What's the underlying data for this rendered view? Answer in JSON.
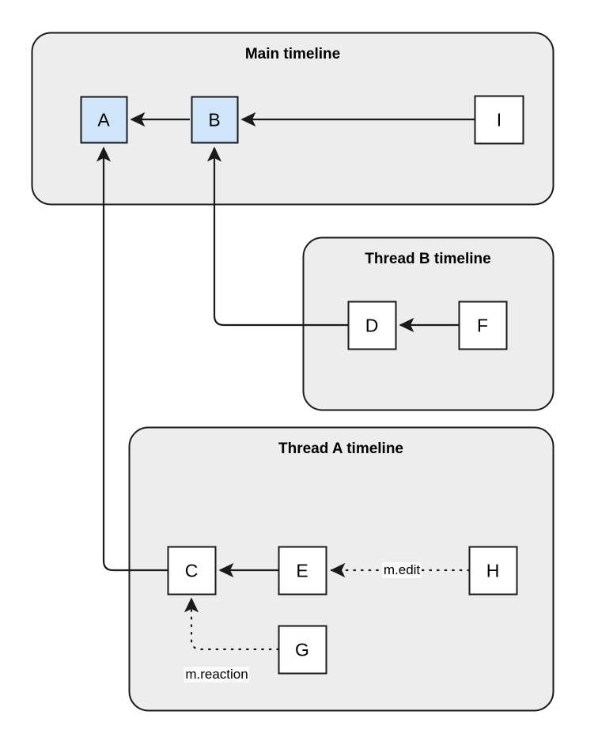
{
  "diagram": {
    "title_main": "Main timeline",
    "title_thread_b": "Thread B timeline",
    "title_thread_a": "Thread A timeline",
    "colors": {
      "group_fill": "#ededed",
      "group_stroke": "#1a1a1a",
      "node_fill_plain": "#ffffff",
      "node_fill_highlight": "#cfe5f9",
      "node_stroke": "#1a1a1a",
      "edge_stroke": "#1a1a1a",
      "label_bg": "#fbfbfb",
      "page_bg": "#ffffff"
    },
    "groups": [
      {
        "id": "main",
        "label": "Main timeline"
      },
      {
        "id": "thread_b",
        "label": "Thread B timeline"
      },
      {
        "id": "thread_a",
        "label": "Thread A timeline"
      }
    ],
    "nodes": [
      {
        "id": "A",
        "label": "A",
        "group": "main",
        "highlight": true
      },
      {
        "id": "B",
        "label": "B",
        "group": "main",
        "highlight": true
      },
      {
        "id": "I",
        "label": "I",
        "group": "main",
        "highlight": false
      },
      {
        "id": "D",
        "label": "D",
        "group": "thread_b",
        "highlight": false
      },
      {
        "id": "F",
        "label": "F",
        "group": "thread_b",
        "highlight": false
      },
      {
        "id": "C",
        "label": "C",
        "group": "thread_a",
        "highlight": false
      },
      {
        "id": "E",
        "label": "E",
        "group": "thread_a",
        "highlight": false
      },
      {
        "id": "H",
        "label": "H",
        "group": "thread_a",
        "highlight": false
      },
      {
        "id": "G",
        "label": "G",
        "group": "thread_a",
        "highlight": false
      }
    ],
    "edges": [
      {
        "from": "B",
        "to": "A",
        "style": "solid",
        "label": ""
      },
      {
        "from": "I",
        "to": "B",
        "style": "solid",
        "label": ""
      },
      {
        "from": "D",
        "to": "B",
        "style": "solid",
        "label": ""
      },
      {
        "from": "F",
        "to": "D",
        "style": "solid",
        "label": ""
      },
      {
        "from": "C",
        "to": "A",
        "style": "solid",
        "label": ""
      },
      {
        "from": "E",
        "to": "C",
        "style": "solid",
        "label": ""
      },
      {
        "from": "H",
        "to": "E",
        "style": "dotted",
        "label": "m.edit"
      },
      {
        "from": "G",
        "to": "C",
        "style": "dotted",
        "label": "m.reaction"
      }
    ],
    "edge_labels": {
      "m_edit": "m.edit",
      "m_reaction": "m.reaction"
    }
  }
}
